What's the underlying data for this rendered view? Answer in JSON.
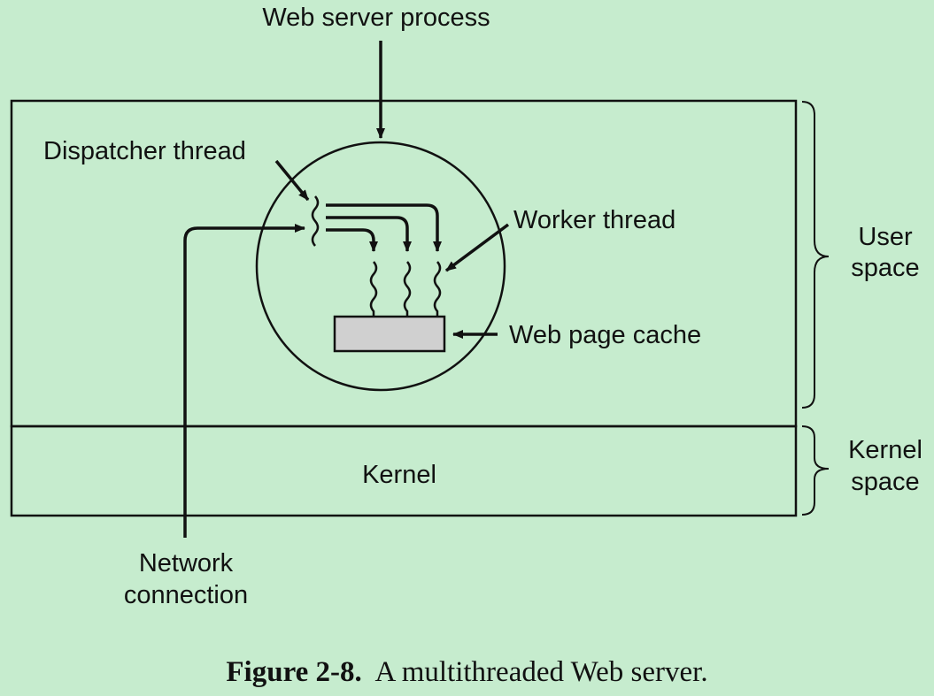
{
  "labels": {
    "web_server_process": "Web server process",
    "dispatcher_thread": "Dispatcher thread",
    "worker_thread": "Worker thread",
    "web_page_cache": "Web page cache",
    "user_space_line1": "User",
    "user_space_line2": "space",
    "kernel_space_line1": "Kernel",
    "kernel_space_line2": "space",
    "kernel": "Kernel",
    "network_line1": "Network",
    "network_line2": "connection"
  },
  "caption": {
    "figure_number": "Figure 2-8.",
    "text": "A multithreaded Web server."
  },
  "colors": {
    "background": "#c6ecce",
    "stroke": "#111111",
    "cache_fill": "#d0d0d0"
  }
}
